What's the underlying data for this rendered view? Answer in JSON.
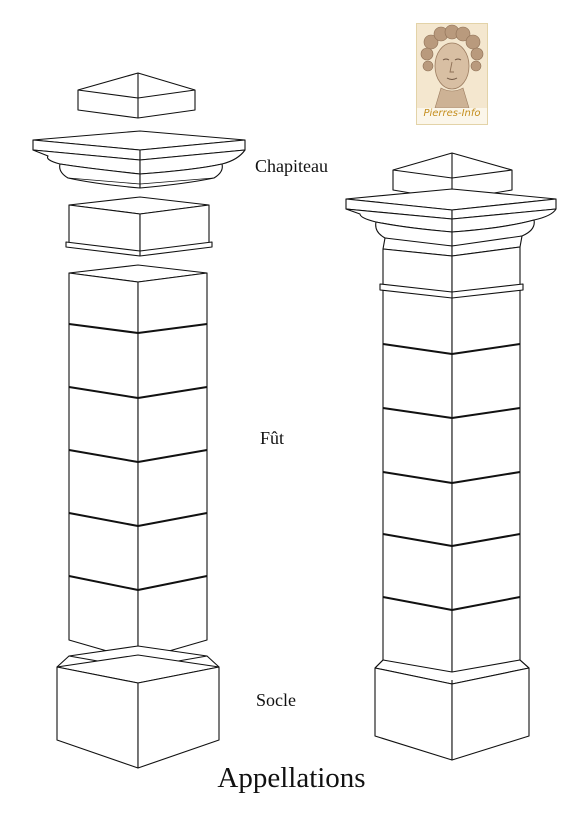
{
  "labels": {
    "capital": "Chapiteau",
    "shaft": "Fût",
    "base": "Socle"
  },
  "title": "Appellations",
  "logo": {
    "caption": "Pierres-Info",
    "accent_color": "#c48e1e",
    "icon": "sculpted-head-icon"
  },
  "diagram": {
    "left_pillar": {
      "exploded": true,
      "parts": [
        "cap-top",
        "capital",
        "collar-block",
        "shaft",
        "base"
      ],
      "shaft_blocks": 6
    },
    "right_pillar": {
      "exploded": false,
      "parts": [
        "cap-top",
        "capital",
        "shaft",
        "base"
      ],
      "shaft_blocks": 6
    }
  }
}
